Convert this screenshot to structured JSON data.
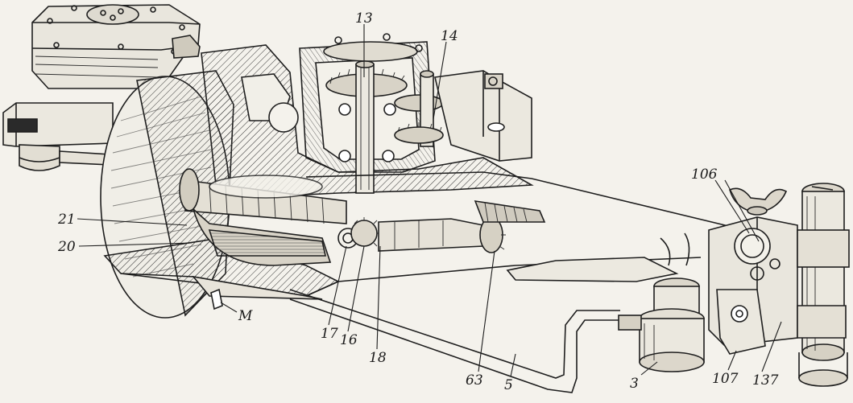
{
  "labels": [
    {
      "id": "l13",
      "text": "13"
    },
    {
      "id": "l14",
      "text": "14"
    },
    {
      "id": "l106",
      "text": "106"
    },
    {
      "id": "l21",
      "text": "21"
    },
    {
      "id": "l20",
      "text": "20"
    },
    {
      "id": "lM",
      "text": "M"
    },
    {
      "id": "l17",
      "text": "17"
    },
    {
      "id": "l16",
      "text": "16"
    },
    {
      "id": "l18",
      "text": "18"
    },
    {
      "id": "l63",
      "text": "63"
    },
    {
      "id": "l5",
      "text": "5"
    },
    {
      "id": "l3",
      "text": "3"
    },
    {
      "id": "l107",
      "text": "107"
    },
    {
      "id": "l137",
      "text": "137"
    }
  ]
}
